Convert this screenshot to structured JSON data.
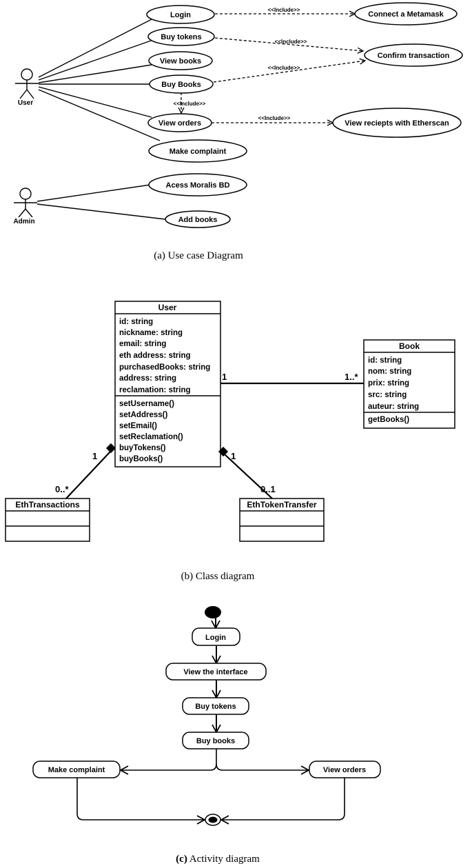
{
  "use_case": {
    "actors": {
      "user": "User",
      "admin": "Admin"
    },
    "use_cases": {
      "login": "Login",
      "buy_tokens": "Buy tokens",
      "view_books": "View books",
      "buy_books": "Buy Books",
      "view_orders": "View orders",
      "make_complaint": "Make complaint",
      "acess_moralis": "Acess Moralis BD",
      "add_books": "Add books",
      "connect_metamask": "Connect a Metamask",
      "confirm_transaction": "Confirm transaction",
      "view_receipts": "View reciepts with Etherscan"
    },
    "include_label": "<<Include>>",
    "caption": "(a) Use case Diagram"
  },
  "class_diagram": {
    "user": {
      "name": "User",
      "attributes": [
        "id: string",
        "nickname: string",
        "email: string",
        "eth address: string",
        "purchasedBooks: string",
        "address: string",
        "reclamation: string"
      ],
      "methods": [
        "setUsername()",
        "setAddress()",
        "setEmail()",
        "setReclamation()",
        "buyTokens()",
        "buyBooks()"
      ]
    },
    "book": {
      "name": "Book",
      "attributes": [
        "id: string",
        "nom: string",
        "prix: string",
        "src: string",
        "auteur: string"
      ],
      "methods": [
        "getBooks()"
      ]
    },
    "eth_transactions": {
      "name": "EthTransactions"
    },
    "eth_token_transfer": {
      "name": "EthTokenTransfer"
    },
    "multiplicities": {
      "user_book_user_side": "1",
      "user_book_book_side": "1..*",
      "user_tx_user_side": "1",
      "user_tx_tx_side": "0..*",
      "user_transfer_user_side": "1",
      "user_transfer_transfer_side": "0..1"
    },
    "caption": "(b) Class diagram"
  },
  "activity": {
    "nodes": {
      "login": "Login",
      "view_interface": "View the interface",
      "buy_tokens": "Buy tokens",
      "buy_books": "Buy books",
      "make_complaint": "Make complaint",
      "view_orders": "View orders"
    },
    "caption_letter": "(c)",
    "caption_text": " Activity diagram"
  }
}
